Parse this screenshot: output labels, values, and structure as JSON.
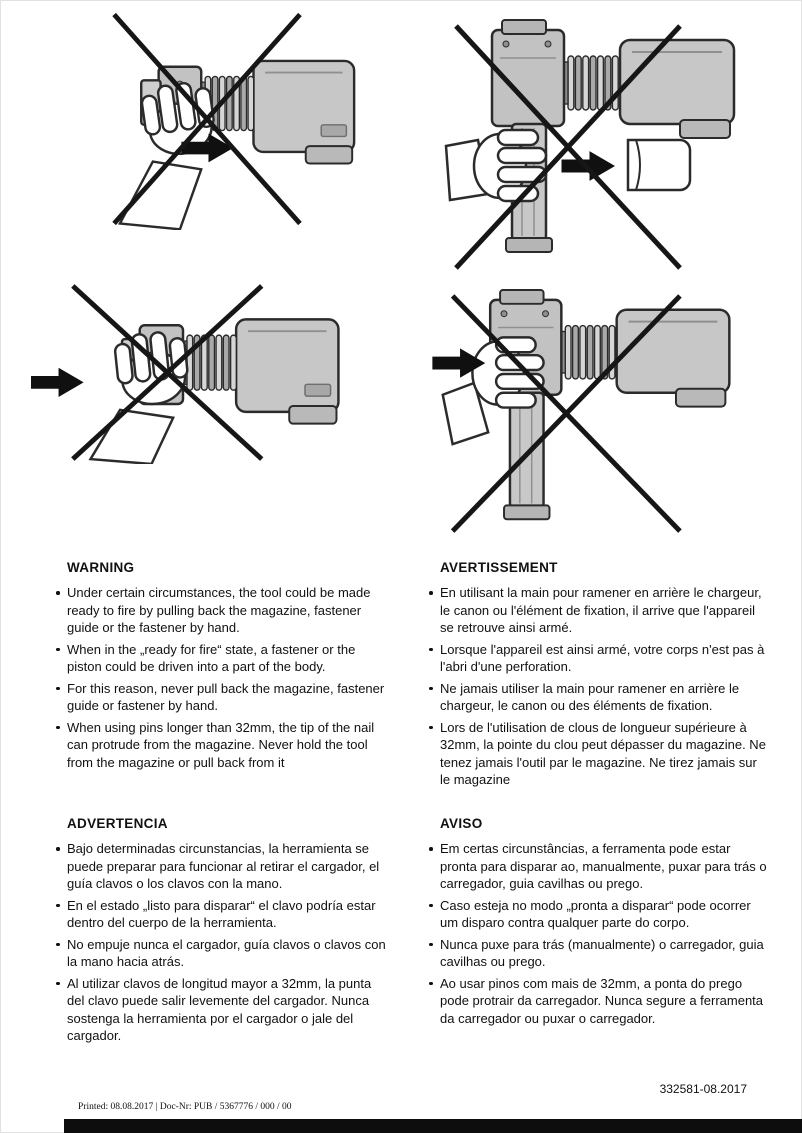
{
  "page": {
    "code": "332581-08.2017",
    "print_line": "Printed: 08.08.2017 | Doc-Nr: PUB / 5367776 / 000 / 00"
  },
  "sections": {
    "en": {
      "heading": "WARNING",
      "bullets": [
        "Under certain circumstances, the tool could be made ready to fire by pulling back the magazine, fastener guide or the fastener by hand.",
        "When in the „ready for fire“ state, a fastener or the piston could be driven into a part of the body.",
        "For this reason, never pull back the magazine, fastener guide or fastener by hand.",
        "When using pins longer than 32mm, the tip of the nail can protrude from the magazine. Never hold the tool from the magazine or pull back from it"
      ]
    },
    "fr": {
      "heading": "AVERTISSEMENT",
      "bullets": [
        "En utilisant la main pour ramener en arrière le chargeur, le canon ou l'élément de fixation, il arrive que l'appareil se retrouve ainsi armé.",
        "Lorsque l'appareil est ainsi armé, votre corps n'est pas à l'abri d'une perforation.",
        "Ne jamais utiliser la main pour ramener en arrière le chargeur, le canon ou des éléments de fixation.",
        "Lors de l'utilisation de clous de longueur supérieure à 32mm, la pointe du clou peut dépasser du magazine. Ne tenez jamais l'outil par le magazine. Ne tirez jamais sur le magazine"
      ]
    },
    "es": {
      "heading": "ADVERTENCIA",
      "bullets": [
        "Bajo determinadas circunstancias, la herramienta se puede preparar para funcionar al retirar el cargador, el guía clavos o los clavos con la mano.",
        "En el estado „listo para disparar“ el clavo podría estar dentro del cuerpo de la herramienta.",
        "No empuje nunca el cargador, guía clavos o clavos con la mano hacia atrás.",
        "Al utilizar clavos de longitud mayor a 32mm, la punta del clavo puede salir levemente del cargador. Nunca sostenga la herramienta por el cargador o jale del cargador."
      ]
    },
    "pt": {
      "heading": "AVISO",
      "bullets": [
        "Em certas circunstâncias, a ferramenta pode estar pronta para disparar ao, manualmente, puxar para trás o carregador, guia cavilhas ou prego.",
        "Caso esteja no modo „pronta a disparar“ pode ocorrer um disparo contra qualquer parte do corpo.",
        "Nunca puxe para trás (manualmente) o carregador, guia cavilhas ou prego.",
        "Ao usar pinos com mais de 32mm, a ponta do prego pode protrair da carregador. Nunca segure a ferramenta da carregador ou puxar o carregador."
      ]
    }
  },
  "figures": [
    {
      "name": "no-pulling-fastener-guide-by-hand"
    },
    {
      "name": "no-pulling-magazine-by-hand"
    },
    {
      "name": "no-pushing-fastener-guide-by-hand"
    },
    {
      "name": "no-pushing-magazine-by-hand"
    }
  ]
}
